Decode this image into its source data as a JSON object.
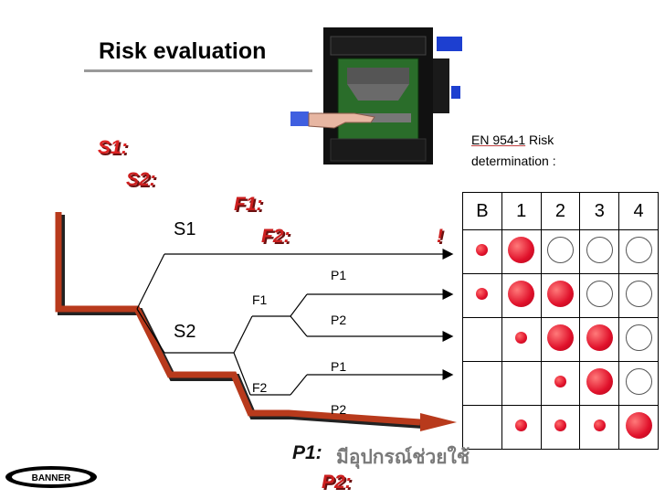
{
  "slide": {
    "title": "Risk evaluation",
    "standard_code": "EN 954-1",
    "standard_tail": " Risk",
    "standard_line2": "determination  :",
    "brand": "BANNER"
  },
  "labels": {
    "s1_heading": "S1:",
    "s2_heading": "S2:",
    "f1_heading": "F1:",
    "f2_heading": "F2:",
    "exclaim": "!",
    "p1_heading": "P1:",
    "p1_desc": "มีอุปกรณ์ช่วยใช้",
    "p2_heading": "P2:"
  },
  "tree": {
    "s1": "S1",
    "s2": "S2",
    "f1": "F1",
    "f2": "F2",
    "p1_upper": "P1",
    "p2_upper": "P2",
    "p1_lower": "P1",
    "p2_lower": "P2"
  },
  "categories": [
    "B",
    "1",
    "2",
    "3",
    "4"
  ],
  "matrix": [
    [
      "small",
      "large",
      "empty",
      "empty",
      "empty"
    ],
    [
      "small",
      "large",
      "large",
      "empty",
      "empty"
    ],
    [
      "none",
      "small",
      "large",
      "large",
      "empty"
    ],
    [
      "none",
      "none",
      "small",
      "large",
      "empty"
    ],
    [
      "none",
      "small",
      "small",
      "small",
      "large"
    ]
  ],
  "colors": {
    "dot_red": "#e0102a",
    "path_red": "#b83a1c",
    "heading_red": "#cc1f1f"
  }
}
